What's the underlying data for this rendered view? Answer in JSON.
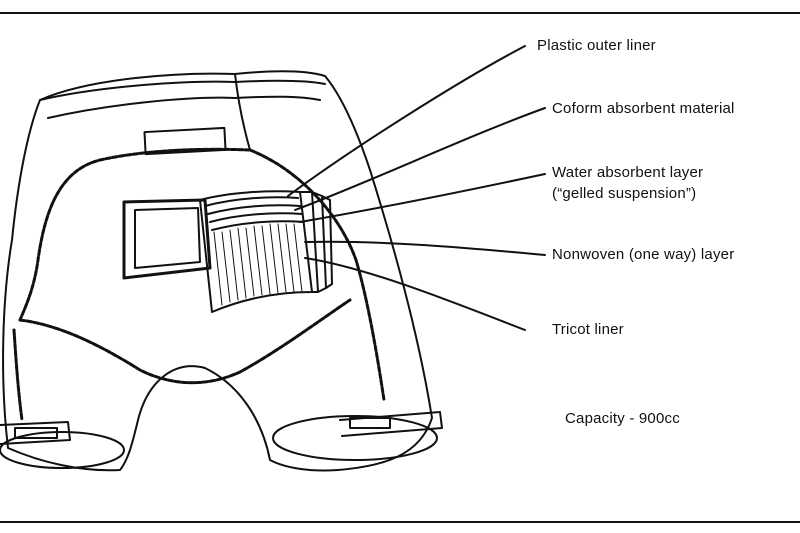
{
  "labels": {
    "plastic_outer_liner": "Plastic outer liner",
    "coform_absorbent": "Coform absorbent material",
    "water_absorbent_line1": "Water absorbent layer",
    "water_absorbent_line2": "(“gelled suspension”)",
    "nonwoven_layer": "Nonwoven (one way) layer",
    "tricot_liner": "Tricot liner"
  },
  "capacity": "Capacity - 900cc",
  "colors": {
    "ink": "#111111",
    "paper": "#ffffff"
  }
}
